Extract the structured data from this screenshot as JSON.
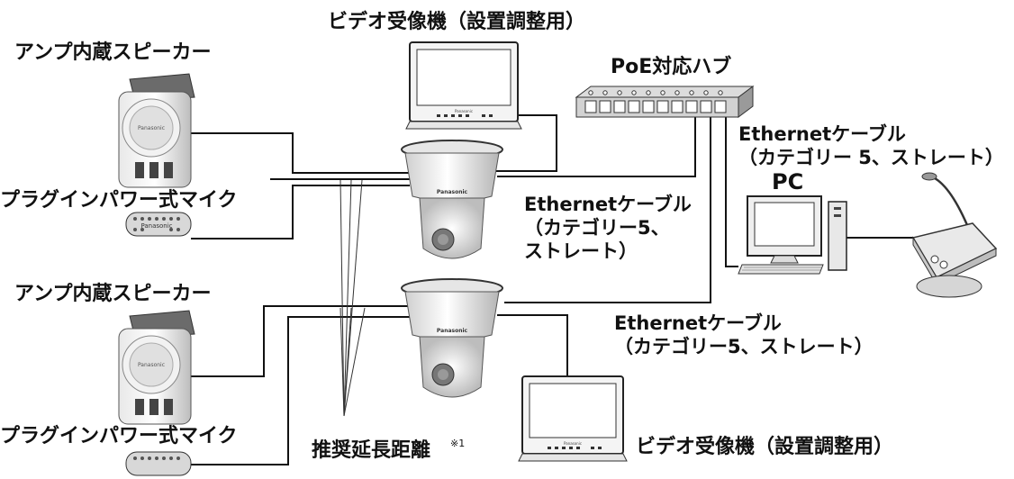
{
  "labels": {
    "speaker1": "アンプ内蔵スピーカー",
    "speaker2": "アンプ内蔵スピーカー",
    "mic1": "プラグインパワー式マイク",
    "mic2": "プラグインパワー式マイク",
    "video_receiver_top": "ビデオ受像機（設置調整用）",
    "video_receiver_bottom": "ビデオ受像機（設置調整用）",
    "poe_hub": "PoE対応ハブ",
    "pc": "PC",
    "cable_right_line1": "Ethernetケーブル",
    "cable_right_line2": "（カテゴリー 5、ストレート）",
    "cable_mid_line1": "Ethernetケーブル",
    "cable_mid_line2": "（カテゴリー5、",
    "cable_mid_line3": "ストレート）",
    "cable_bottom_line1": "Ethernetケーブル",
    "cable_bottom_line2": "（カテゴリー5、ストレート）",
    "recommended_distance": "推奨延長距離",
    "footnote_mark": "※1"
  },
  "brand": "Panasonic",
  "icons": [
    "speaker-icon",
    "microphone-icon",
    "monitor-icon",
    "poe-hub-icon",
    "ptz-camera-icon",
    "pc-icon",
    "desk-microphone-icon"
  ]
}
